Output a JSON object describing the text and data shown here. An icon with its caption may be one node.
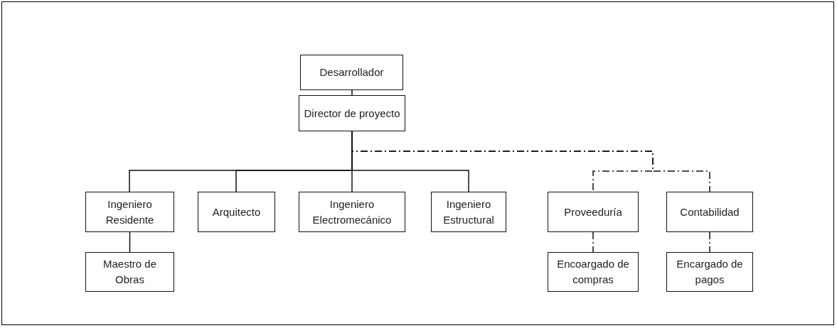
{
  "diagram": {
    "nodes": [
      {
        "text": [
          "Desarrollador"
        ]
      },
      {
        "text": [
          "Director de proyecto"
        ]
      },
      {
        "text": [
          "Ingeniero Residente"
        ]
      },
      {
        "text": [
          "Arquitecto"
        ]
      },
      {
        "text": [
          "Ingeniero Electromecánico"
        ]
      },
      {
        "text": [
          "Ingeniero Estructural"
        ]
      },
      {
        "text": [
          "Proveeduría"
        ]
      },
      {
        "text": [
          "Contabilidad"
        ]
      },
      {
        "text": [
          "Maestro de Obras"
        ]
      },
      {
        "text": [
          "Encoargado de compras"
        ]
      },
      {
        "text": [
          "Encargado de pagos"
        ]
      }
    ],
    "edges": [
      {
        "from": 0,
        "to": 1,
        "arrow": "none"
      },
      {
        "from": 1,
        "to": 2,
        "arrow": "none"
      },
      {
        "from": 1,
        "to": 3,
        "arrow": "none"
      },
      {
        "from": 1,
        "to": 4,
        "arrow": "none"
      },
      {
        "from": 1,
        "to": 5,
        "arrow": "none"
      },
      {
        "from": 1,
        "to": 6,
        "arrow": "none",
        "style": "dashed"
      },
      {
        "from": 1,
        "to": 7,
        "arrow": "none",
        "style": "dashed"
      },
      {
        "from": 2,
        "to": 8,
        "arrow": "none"
      },
      {
        "from": 6,
        "to": 9,
        "arrow": "none",
        "style": "dashed"
      },
      {
        "from": 7,
        "to": 10,
        "arrow": "none",
        "style": "dashed"
      }
    ]
  }
}
